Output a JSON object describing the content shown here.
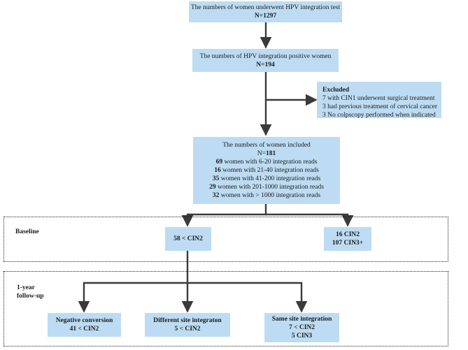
{
  "boxes": {
    "test": {
      "line1": "The numbers of women underwent HPV integration test",
      "line2": "N=1297"
    },
    "positive": {
      "line1": "The numbers of HPV integration positive women",
      "line2": "N=194"
    },
    "excluded": {
      "title": "Excluded",
      "items": [
        "7 with CIN1 underwent surgical treatment",
        "3 had previous treatment of cervical cancer",
        "3 No colpscopy performed when indicated"
      ]
    },
    "included": {
      "title": "The numbers of women included",
      "n_prefix": "N=",
      "n_value": "181",
      "rows": [
        {
          "count": "69",
          "text": " women with 6-20 integration reads"
        },
        {
          "count": "16",
          "text": " women with 21-40 integration reads"
        },
        {
          "count": "35",
          "text": " women with 41-200 integration reads"
        },
        {
          "count": "29",
          "text": " women with 201-1000 integration reads"
        },
        {
          "count": "32",
          "text": " women with > 1000 integration reads"
        }
      ]
    },
    "lt_cin2": {
      "label": "58 < CIN2"
    },
    "cin_high": {
      "line1": "16 CIN2",
      "line2": "107 CIN3+"
    },
    "negative": {
      "line1": "Negative conversion",
      "line2": "41 < CIN2"
    },
    "different": {
      "line1": "Different site integraton",
      "line2": "5 < CIN2"
    },
    "same": {
      "line1": "Same site integration",
      "line2": "7 < CIN2",
      "line3": "5 CIN3"
    }
  },
  "panels": {
    "baseline": {
      "label": "Baseline"
    },
    "followup": {
      "label_line1": "1-year",
      "label_line2": "follow-up"
    }
  },
  "colors": {
    "box_fill": "#bddcf3",
    "arrow": "#3a3a3a"
  }
}
